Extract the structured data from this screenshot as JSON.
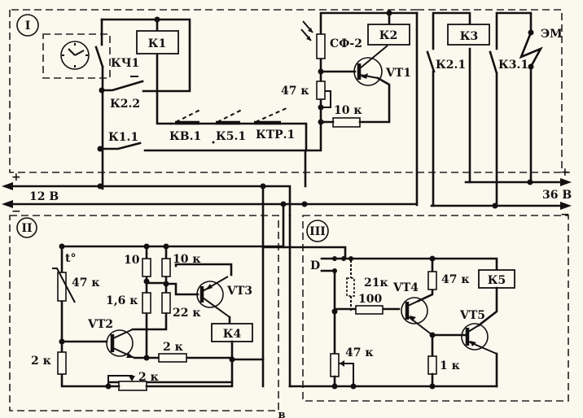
{
  "diagram": {
    "sections": {
      "I": {
        "label": "I"
      },
      "II": {
        "label": "II"
      },
      "III": {
        "label": "III"
      }
    },
    "power": {
      "left_plus": "+",
      "left_minus": "−",
      "left_voltage": "12 В",
      "right_plus": "+",
      "right_minus": "−",
      "right_voltage": "36 В"
    },
    "section_I": {
      "relay_k1": "К1",
      "relay_k2": "К2",
      "relay_k3": "К3",
      "clock_contact": "КЧ1",
      "k2_2": "К2.2",
      "k1_1": "К1.1",
      "kv_1": "КВ.1",
      "k5_1": "К5.1",
      "ktr_1": "КТР.1",
      "photoresistor": "СФ-2",
      "r_47k": "47 к",
      "r_10k": "10 к",
      "transistor": "VT1",
      "k2_1": "К2.1",
      "k3_1": "К3.1",
      "electromagnet": "ЭМ"
    },
    "section_II": {
      "thermistor_label": "t°",
      "r_thermistor": "47 к",
      "r_10": "10",
      "r_10k": "10 к",
      "r_1_6k": "1,6 к",
      "r_22k": "22 к",
      "vt2": "VT2",
      "vt3": "VT3",
      "relay_k4": "К4",
      "r_2k_left": "2 к",
      "r_2k_mid": "2 к",
      "r_2k_pot": "2 к"
    },
    "section_III": {
      "input_d": "D",
      "r_21k": "21к",
      "r_100": "100",
      "r_47k_top": "47 к",
      "relay_k5": "К5",
      "vt4": "VT4",
      "vt5": "VT5",
      "r_47k_pot": "47 к",
      "r_1k": "1 к"
    },
    "figure_letter": "в"
  }
}
